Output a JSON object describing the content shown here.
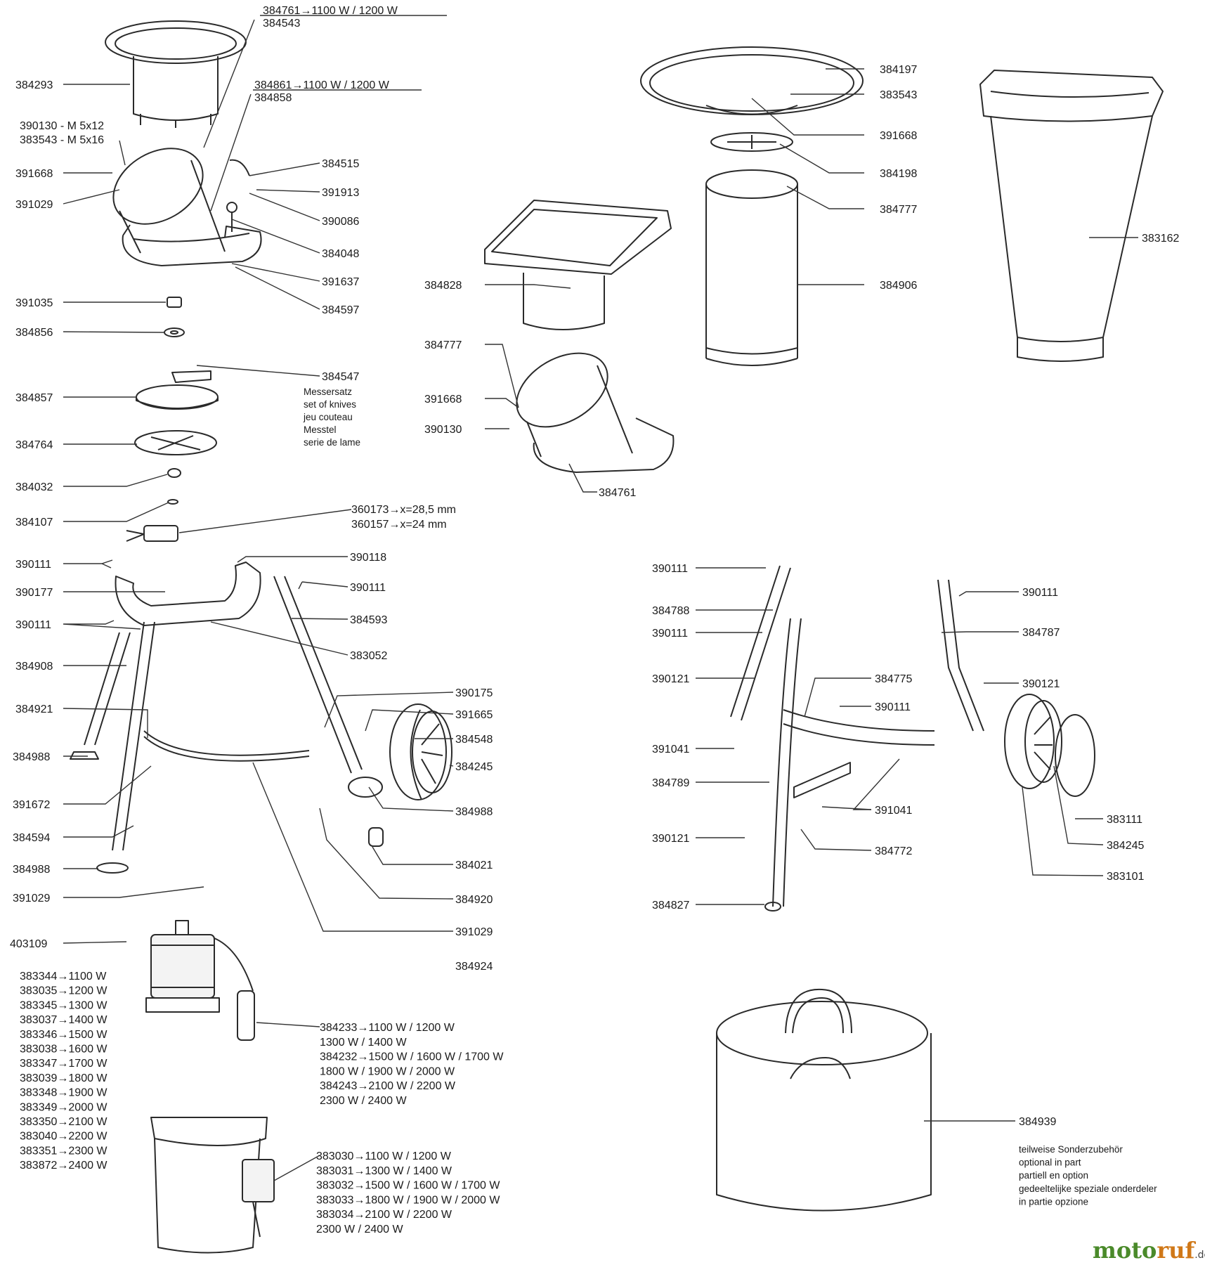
{
  "callouts": [
    {
      "id": "c1",
      "lines": [
        "384761→1100 W / 1200 W",
        "384543"
      ]
    },
    {
      "id": "c2",
      "lines": [
        "384293"
      ]
    },
    {
      "id": "c3",
      "lines": [
        "384861→1100 W / 1200 W",
        "384858"
      ]
    },
    {
      "id": "c4",
      "lines": [
        "390130 - M 5x12",
        "383543 - M 5x16"
      ]
    },
    {
      "id": "c5",
      "lines": [
        "391668"
      ]
    },
    {
      "id": "c6",
      "lines": [
        "384515"
      ]
    },
    {
      "id": "c7",
      "lines": [
        "391913"
      ]
    },
    {
      "id": "c8",
      "lines": [
        "391029"
      ]
    },
    {
      "id": "c9",
      "lines": [
        "390086"
      ]
    },
    {
      "id": "c10",
      "lines": [
        "384048"
      ]
    },
    {
      "id": "c11",
      "lines": [
        "391637"
      ]
    },
    {
      "id": "c12",
      "lines": [
        "391035"
      ]
    },
    {
      "id": "c13",
      "lines": [
        "384597"
      ]
    },
    {
      "id": "c14",
      "lines": [
        "384856"
      ]
    },
    {
      "id": "c15",
      "lines": [
        "384547"
      ]
    },
    {
      "id": "c16",
      "lines": [
        "Messersatz",
        "set of knives",
        "jeu couteau",
        "Messtel",
        "serie de lame"
      ]
    },
    {
      "id": "c17",
      "lines": [
        "384857"
      ]
    },
    {
      "id": "c18",
      "lines": [
        "384764"
      ]
    },
    {
      "id": "c19",
      "lines": [
        "384032"
      ]
    },
    {
      "id": "c20",
      "lines": [
        "384107"
      ]
    },
    {
      "id": "c21",
      "lines": [
        "360173→x=28,5 mm",
        "360157→x=24 mm"
      ]
    },
    {
      "id": "c22",
      "lines": [
        "390111"
      ]
    },
    {
      "id": "c23",
      "lines": [
        "390118"
      ]
    },
    {
      "id": "c24",
      "lines": [
        "390177"
      ]
    },
    {
      "id": "c25",
      "lines": [
        "390111"
      ]
    },
    {
      "id": "c26",
      "lines": [
        "390111"
      ]
    },
    {
      "id": "c27",
      "lines": [
        "384593"
      ]
    },
    {
      "id": "c28",
      "lines": [
        "383052"
      ]
    },
    {
      "id": "c29",
      "lines": [
        "384908"
      ]
    },
    {
      "id": "c30",
      "lines": [
        "390175"
      ]
    },
    {
      "id": "c31",
      "lines": [
        "384921"
      ]
    },
    {
      "id": "c32",
      "lines": [
        "391665"
      ]
    },
    {
      "id": "c33",
      "lines": [
        "384548"
      ]
    },
    {
      "id": "c34",
      "lines": [
        "384988"
      ]
    },
    {
      "id": "c35",
      "lines": [
        "384245"
      ]
    },
    {
      "id": "c36",
      "lines": [
        "384988"
      ]
    },
    {
      "id": "c37",
      "lines": [
        "391672"
      ]
    },
    {
      "id": "c38",
      "lines": [
        "384594"
      ]
    },
    {
      "id": "c39",
      "lines": [
        "384021"
      ]
    },
    {
      "id": "c40",
      "lines": [
        "384988"
      ]
    },
    {
      "id": "c41",
      "lines": [
        "391029"
      ]
    },
    {
      "id": "c42",
      "lines": [
        "384920"
      ]
    },
    {
      "id": "c43",
      "lines": [
        "391029"
      ]
    },
    {
      "id": "c44",
      "lines": [
        "403109"
      ]
    },
    {
      "id": "c45",
      "lines": [
        "384924"
      ]
    },
    {
      "id": "c46",
      "lines": [
        "383344→1100 W",
        "383035→1200 W",
        "383345→1300 W",
        "383037→1400 W",
        "383346→1500 W",
        "383038→1600 W",
        "383347→1700 W",
        "383039→1800 W",
        "383348→1900 W",
        "383349→2000 W",
        "383350→2100 W",
        "383040→2200 W",
        "383351→2300 W",
        "383872→2400 W"
      ]
    },
    {
      "id": "c47",
      "lines": [
        "384233→1100 W / 1200 W",
        "1300 W / 1400 W",
        "384232→1500 W / 1600 W / 1700 W",
        "1800 W / 1900 W / 2000 W",
        "384243→2100 W / 2200 W",
        "2300 W / 2400 W"
      ]
    },
    {
      "id": "c48",
      "lines": [
        "383030→1100 W / 1200 W",
        "383031→1300 W / 1400 W",
        "383032→1500 W / 1600 W / 1700 W",
        "383033→1800 W / 1900 W / 2000 W",
        "383034→2100 W / 2200 W",
        "2300 W / 2400 W"
      ]
    },
    {
      "id": "c49",
      "lines": [
        "384197"
      ]
    },
    {
      "id": "c50",
      "lines": [
        "383543"
      ]
    },
    {
      "id": "c51",
      "lines": [
        "391668"
      ]
    },
    {
      "id": "c52",
      "lines": [
        "384198"
      ]
    },
    {
      "id": "c53",
      "lines": [
        "384777"
      ]
    },
    {
      "id": "c54",
      "lines": [
        "384906"
      ]
    },
    {
      "id": "c55",
      "lines": [
        "383162"
      ]
    },
    {
      "id": "c56",
      "lines": [
        "384828"
      ]
    },
    {
      "id": "c57",
      "lines": [
        "384777"
      ]
    },
    {
      "id": "c58",
      "lines": [
        "391668"
      ]
    },
    {
      "id": "c59",
      "lines": [
        "390130"
      ]
    },
    {
      "id": "c60",
      "lines": [
        "384761"
      ]
    },
    {
      "id": "c61",
      "lines": [
        "390111"
      ]
    },
    {
      "id": "c62",
      "lines": [
        "384788"
      ]
    },
    {
      "id": "c63",
      "lines": [
        "390111"
      ]
    },
    {
      "id": "c64",
      "lines": [
        "390111"
      ]
    },
    {
      "id": "c65",
      "lines": [
        "384787"
      ]
    },
    {
      "id": "c66",
      "lines": [
        "390121"
      ]
    },
    {
      "id": "c67",
      "lines": [
        "384775"
      ]
    },
    {
      "id": "c68",
      "lines": [
        "390121"
      ]
    },
    {
      "id": "c69",
      "lines": [
        "390111"
      ]
    },
    {
      "id": "c70",
      "lines": [
        "391041"
      ]
    },
    {
      "id": "c71",
      "lines": [
        "384789"
      ]
    },
    {
      "id": "c72",
      "lines": [
        "391041"
      ]
    },
    {
      "id": "c73",
      "lines": [
        "383111"
      ]
    },
    {
      "id": "c74",
      "lines": [
        "390121"
      ]
    },
    {
      "id": "c75",
      "lines": [
        "384772"
      ]
    },
    {
      "id": "c76",
      "lines": [
        "384245"
      ]
    },
    {
      "id": "c77",
      "lines": [
        "383101"
      ]
    },
    {
      "id": "c78",
      "lines": [
        "384827"
      ]
    },
    {
      "id": "c79",
      "lines": [
        "384939"
      ]
    },
    {
      "id": "c80",
      "lines": [
        "teilweise Sonderzubehör",
        "optional in part",
        "partiell en option",
        "gedeeltelijke speziale onderdeler",
        "in partie opzione"
      ]
    }
  ],
  "watermark": {
    "part_a": "moto",
    "part_b": "ruf",
    "suffix": ".de"
  }
}
